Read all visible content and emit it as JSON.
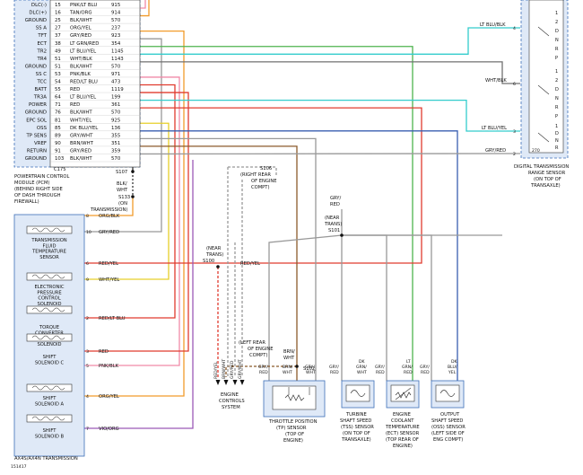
{
  "pcm": {
    "title_lines": [
      "POWERTRAIN CONTROL",
      "MODULE (PCM)",
      "(BEHIND RIGHT SIDE",
      "OF DASH THROUGH",
      "FIREWALL)"
    ],
    "connector": "C175",
    "pins": [
      {
        "name": "DLC(-)",
        "num": "15",
        "color": "PNK/LT BLU",
        "circuit": "915"
      },
      {
        "name": "DLC(+)",
        "num": "16",
        "color": "TAN/ORG",
        "circuit": "914"
      },
      {
        "name": "GROUND",
        "num": "25",
        "color": "BLK/WHT",
        "circuit": "570"
      },
      {
        "name": "SS A",
        "num": "27",
        "color": "ORG/YEL",
        "circuit": "237"
      },
      {
        "name": "TFT",
        "num": "37",
        "color": "GRY/RED",
        "circuit": "923"
      },
      {
        "name": "ECT",
        "num": "38",
        "color": "LT GRN/RED",
        "circuit": "354"
      },
      {
        "name": "TR2",
        "num": "49",
        "color": "LT BLU/YEL",
        "circuit": "1145"
      },
      {
        "name": "TR4",
        "num": "51",
        "color": "WHT/BLK",
        "circuit": "1143"
      },
      {
        "name": "GROUND",
        "num": "51",
        "color": "BLK/WHT",
        "circuit": "570"
      },
      {
        "name": "SS C",
        "num": "53",
        "color": "PNK/BLK",
        "circuit": "971"
      },
      {
        "name": "TCC",
        "num": "54",
        "color": "RED/LT BLU",
        "circuit": "473"
      },
      {
        "name": "BATT",
        "num": "55",
        "color": "RED",
        "circuit": "1119"
      },
      {
        "name": "TR3A",
        "num": "64",
        "color": "LT BLU/YEL",
        "circuit": "199"
      },
      {
        "name": "POWER",
        "num": "71",
        "color": "RED",
        "circuit": "361"
      },
      {
        "name": "GROUND",
        "num": "76",
        "color": "BLK/WHT",
        "circuit": "570"
      },
      {
        "name": "EPC SOL",
        "num": "81",
        "color": "WHT/YEL",
        "circuit": "925"
      },
      {
        "name": "OSS",
        "num": "85",
        "color": "DK BLU/YEL",
        "circuit": "136"
      },
      {
        "name": "TP SENS",
        "num": "89",
        "color": "GRY/WHT",
        "circuit": "355"
      },
      {
        "name": "VREF",
        "num": "90",
        "color": "BRN/WHT",
        "circuit": "351"
      },
      {
        "name": "RETURN",
        "num": "91",
        "color": "GRY/RED",
        "circuit": "359"
      },
      {
        "name": "GROUND",
        "num": "103",
        "color": "BLK/WHT",
        "circuit": "570"
      }
    ]
  },
  "trans": {
    "title": "AX4S/AX4N TRANSMISSION",
    "pins": [
      {
        "num": "8",
        "label": "ORG/BLK"
      },
      {
        "num": "10",
        "label": "GRY/RED"
      },
      {
        "num": "6",
        "label": "RED/YEL"
      },
      {
        "num": "9",
        "label": "WHT/YEL"
      },
      {
        "num": "2",
        "label": "RED/LT BLU"
      },
      {
        "num": "3",
        "label": "RED"
      },
      {
        "num": "5",
        "label": "PNK/BLK"
      },
      {
        "num": "4",
        "label": "ORG/YEL"
      },
      {
        "num": "7",
        "label": "VIO/ORG"
      }
    ],
    "components": [
      [
        "TRANSMISSION",
        "FLUID",
        "TEMPERATURE",
        "SENSOR"
      ],
      [
        "ELECTRONIC",
        "PRESSURE",
        "CONTROL",
        "SOLENOID"
      ],
      [
        "TORQUE",
        "CONVERTER",
        "CLUTCH",
        "SOLENOID"
      ],
      [
        "SHIFT",
        "SOLENOID C"
      ],
      [
        "SHIFT",
        "SOLENOID A"
      ],
      [
        "SHIFT",
        "SOLENOID B"
      ]
    ]
  },
  "splices": {
    "s107": "S107",
    "s133": [
      "S133",
      "(ON",
      "TRANSMISSION)"
    ],
    "s107_wire": [
      "BLK/",
      "WHT"
    ],
    "s106": [
      "S106",
      "(RIGHT REAR",
      "OF ENGINE",
      "COMPT)"
    ],
    "s101": [
      "(NEAR",
      "TRANS)",
      "S101"
    ],
    "s100": [
      "(NEAR",
      "TRANS)",
      "S100"
    ],
    "s102": [
      "(LEFT REAR",
      "OF ENGINE",
      "COMPT)",
      "S102"
    ],
    "s101_wire": [
      "GRY/",
      "RED"
    ],
    "s100_wire": "RED/YEL",
    "s102_wire": [
      "BRN/",
      "WHT"
    ]
  },
  "drops": [
    "RED/YEL",
    "BRN/WHT",
    "GRY/RED",
    "GRY/WHT"
  ],
  "ecs_label": [
    "ENGINE",
    "CONTROLS",
    "SYSTEM"
  ],
  "tp": {
    "wires": [
      [
        "GRY/",
        "RED"
      ],
      [
        "BRN/",
        "WHT"
      ],
      [
        "GRY/",
        "WHT"
      ]
    ],
    "lines": [
      "THROTTLE POSITION",
      "(TP) SENSOR",
      "(TOP OF",
      "ENGINE)"
    ]
  },
  "tss": {
    "wires": [
      [
        "GRY/",
        "RED"
      ],
      [
        "DK",
        "GRN/",
        "WHT"
      ]
    ],
    "lines": [
      "TURBINE",
      "SHAFT SPEED",
      "(TSS) SENSOR",
      "(ON TOP OF",
      "TRANSAXLE)"
    ]
  },
  "ect": {
    "wires": [
      [
        "GRY/",
        "RED"
      ],
      [
        "LT",
        "GRN/",
        "RED"
      ]
    ],
    "lines": [
      "ENGINE",
      "COOLANT",
      "TEMPERATURE",
      "(ECT) SENSOR",
      "(TOP REAR OF",
      "ENGINE)"
    ]
  },
  "oss": {
    "wires": [
      [
        "GRY/",
        "RED"
      ],
      [
        "DK",
        "BLU/",
        "YEL"
      ]
    ],
    "lines": [
      "OUTPUT",
      "SHAFT SPEED",
      "(OSS) SENSOR",
      "(LEFT SIDE OF",
      "ENG COMPT)"
    ]
  },
  "dtr": {
    "wires": [
      {
        "label": "LT BLU/BLK",
        "pin": "4"
      },
      {
        "label": "WHT/BLK",
        "pin": "6"
      },
      {
        "label": "LT BLU/YEL",
        "pin": "3"
      },
      {
        "label": "GRY/RED",
        "pin": "2"
      }
    ],
    "resistor": "270",
    "lines": [
      "DIGITAL TRANSMISSION",
      "RANGE SENSOR",
      "(ON TOP OF",
      "TRANSAXLE)"
    ]
  },
  "footer_id": "151417",
  "colors": {
    "blk_wht": "#333333",
    "org": "#f29b2b",
    "gry": "#999999",
    "ltgrn": "#4db34d",
    "ltblu": "#33cccc",
    "wht_blk": "#707070",
    "pnk": "#f08aa8",
    "red": "#e03b2f",
    "yel": "#e6cf2a",
    "dkblu": "#3a5fb0",
    "brn": "#8b5a2b",
    "vio": "#9b59b6",
    "frame": "#3d6fb8",
    "fill": "#dfe9f7"
  }
}
